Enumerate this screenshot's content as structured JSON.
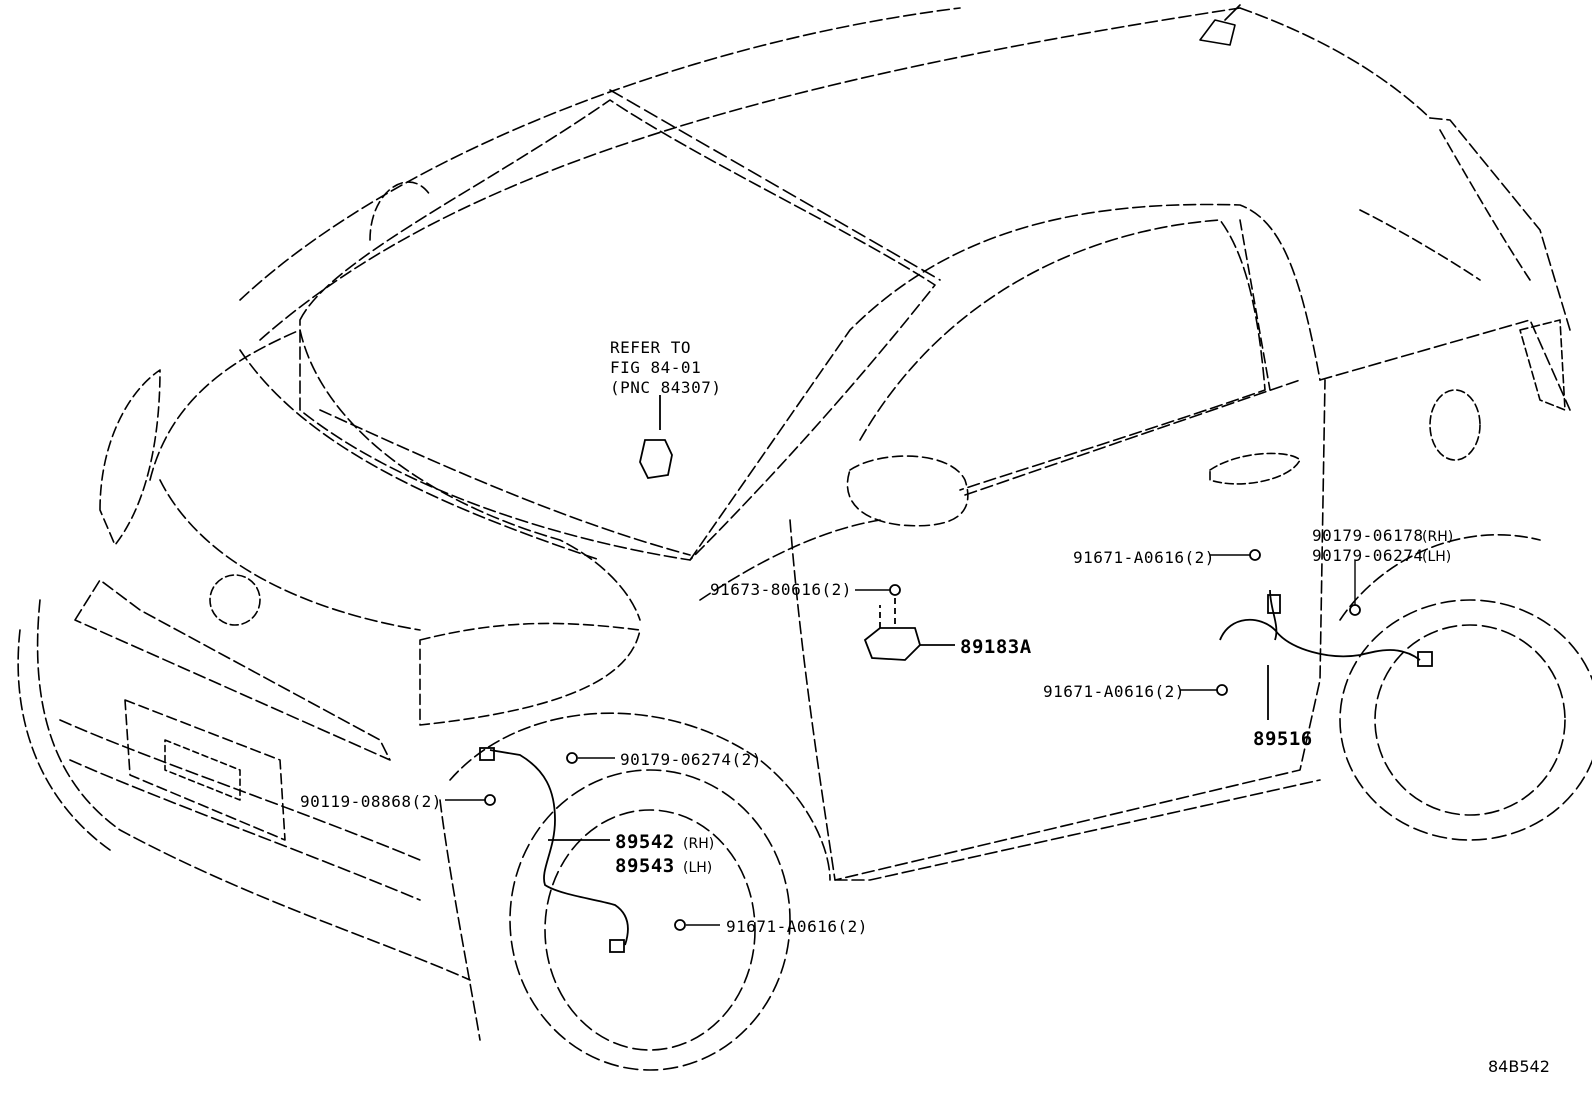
{
  "refer": {
    "line1": "REFER TO",
    "line2": "FIG 84-01",
    "line3": "(PNC 84307)"
  },
  "callouts": {
    "c91673": "91673-80616(2)",
    "c89183A": "89183A",
    "c91671_top": "91671-A0616(2)",
    "c90179_rh_num": "90179-06178",
    "c90179_rh_side": "(RH)",
    "c90179_lh_num": "90179-06274",
    "c90179_lh_side": "(LH)",
    "c91671_mid": "91671-A0616(2)",
    "c89516": "89516",
    "c90179_front": "90179-06274(2)",
    "c90119": "90119-08868(2)",
    "c89542": "89542",
    "c89542_side": "(RH)",
    "c89543": "89543",
    "c89543_side": "(LH)",
    "c91671_low": "91671-A0616(2)"
  },
  "figure_code": "84B542"
}
